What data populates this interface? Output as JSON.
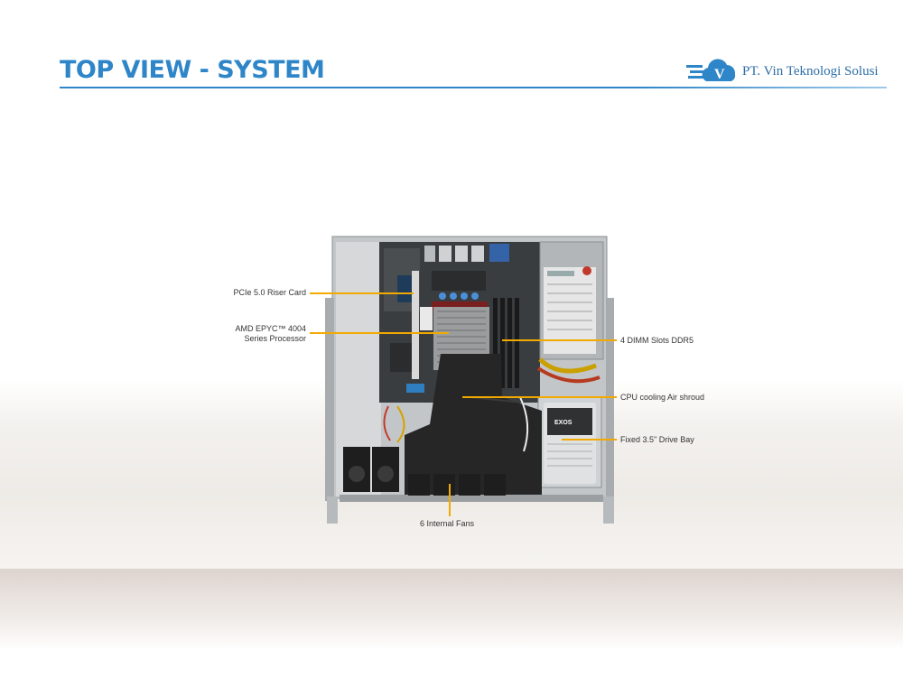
{
  "header": {
    "title": "TOP VIEW - SYSTEM",
    "company": "PT. Vin Teknologi Solusi",
    "logo_letter": "V"
  },
  "colors": {
    "title_blue": "#2e86c8",
    "leader_line": "#f2a900",
    "chassis_gray": "#b9bcbf",
    "shroud_black": "#262626"
  },
  "callouts": {
    "riser": "PCIe 5.0 Riser Card",
    "cpu_line1": "AMD EPYC™ 4004",
    "cpu_line2": "Series Processor",
    "dimm": "4 DIMM Slots DDR5",
    "shroud": "CPU cooling Air shroud",
    "drive": "Fixed 3.5\" Drive Bay",
    "fans": "6 Internal  Fans"
  },
  "hdd_brand": "EXOS"
}
